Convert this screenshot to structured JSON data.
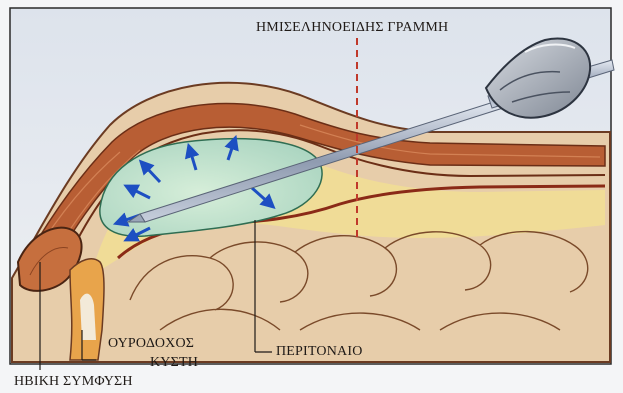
{
  "labels": {
    "midline": "ΗΜΙΣΕΛΗΝΟΕΙΔΗΣ ΓΡΑΜΜΗ",
    "bladder_line1": "ΟΥΡΟΔΟΧΟΣ",
    "bladder_line2": "ΚΥΣΤΗ",
    "peritoneum": "ΠΕΡΙΤΟΝΑΙΟ",
    "symphysis": "ΗΒΙΚΗ ΣΥΜΦΥΣΗ"
  },
  "colors": {
    "background": "#e8ecf2",
    "skin": "#e3c8a6",
    "muscle": "#b05a32",
    "fat": "#f1dd9a",
    "bladder": "#bfe0c6",
    "bone": "#c66f3e",
    "arrow": "#1d4fc2",
    "dashed_line": "#c0392b",
    "needle": "#9aa6b8"
  },
  "icons": {
    "probe": "ultrasound-probe-icon",
    "arrow": "expansion-arrow-icon"
  }
}
